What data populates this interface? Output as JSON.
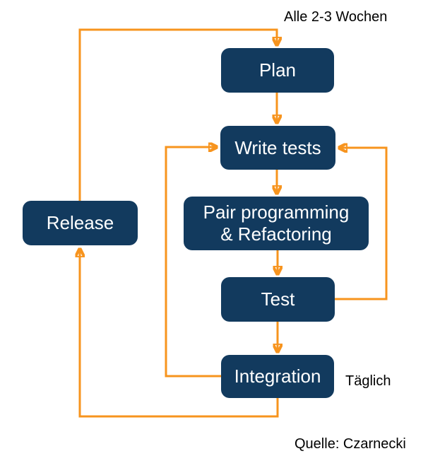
{
  "diagram": {
    "annotations": {
      "cycle_period": "Alle 2-3 Wochen",
      "daily": "Täglich",
      "source": "Quelle: Czarnecki"
    },
    "nodes": {
      "plan": {
        "label": "Plan"
      },
      "write_tests": {
        "label": "Write tests"
      },
      "pair": {
        "line1": "Pair programming",
        "line2": "& Refactoring"
      },
      "test": {
        "label": "Test"
      },
      "integration": {
        "label": "Integration"
      },
      "release": {
        "label": "Release"
      }
    }
  },
  "colors": {
    "node-fill": "#123a5e",
    "node-text": "#ffffff",
    "arrow": "#f7941e",
    "label-text": "#000000",
    "background": "#ffffff"
  }
}
